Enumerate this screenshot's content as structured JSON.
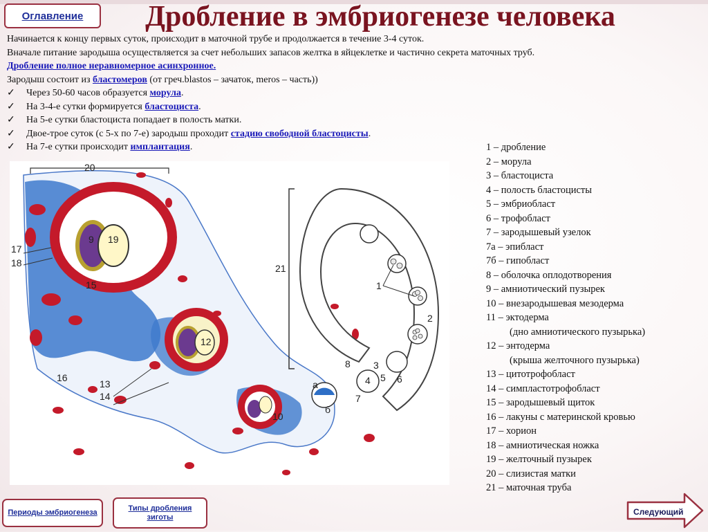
{
  "nav": {
    "toc_label": "Оглавление",
    "periods_label": "Периоды эмбриогенеза",
    "types_label": "Типы дробления зиготы",
    "next_label": "Следующий"
  },
  "title": "Дробление в эмбриогенезе человека",
  "text": {
    "line1": "Начинается к концу первых суток, происходит в маточной трубе и продолжается в течение 3-4 суток.",
    "line2": "Вначале питание зародыша осуществляется за счет небольших запасов желтка в яйцеклетке и частично секрета маточных труб.",
    "line3_link": "Дробление полное неравномерное асинхронное",
    "line3_tail": ".",
    "line4_pre": "Зародыш состоит из ",
    "line4_link": "бластомеров",
    "line4_post": " (от греч.blastos – зачаток,  meros – часть))",
    "b1_pre": "Через 50-60 часов образуется ",
    "b1_link": "морула",
    "b1_post": ".",
    "b2_pre": "На 3-4-е сутки формируется ",
    "b2_link": "бластоциста",
    "b2_post": ".",
    "b3": "На 5-е сутки бластоциста попадает в полость матки.",
    "b4_pre": "Двое-трое суток (с 5-х по 7-е) зародыш проходит ",
    "b4_link": "стадию свободной бластоцисты",
    "b4_post": ".",
    "b5_pre": "На 7-е сутки происходит ",
    "b5_link": "имплантация",
    "b5_post": ".",
    "check_mark": "✓"
  },
  "legend": [
    "1 – дробление",
    "2 – морула",
    "3 – бластоциста",
    "4 – полость бластоцисты",
    "5 – эмбриобласт",
    "6 – трофобласт",
    "7 – зародышевый узелок",
    "7а – эпибласт",
    "7б – гипобласт",
    "8 – оболочка оплодотворения",
    "9 – амниотический пузырек",
    "10 – внезародышевая мезодерма",
    "11 – эктодерма",
    "(дно амниотического пузырька)",
    "12 – энтодерма",
    "(крыша желточного пузырька)",
    "13 – цитотрофобласт",
    "14 – симпластотрофобласт",
    "15 – зародышевый щиток",
    "16 – лакуны с материнской кровью",
    "17 – хорион",
    "18 – амниотическая ножка",
    "19 – желточный пузырек",
    "20 – слизистая матки",
    "21 – маточная труба"
  ],
  "diagram_labels": {
    "l20": "20",
    "l17": "17",
    "l18": "18",
    "l9": "9",
    "l19": "19",
    "l15": "15",
    "l12": "12",
    "l16": "16",
    "l13": "13",
    "l14": "14",
    "l21": "21",
    "l1": "1",
    "l2": "2",
    "l3": "3",
    "l4": "4",
    "l5": "5",
    "l6": "6",
    "l7": "7",
    "l8": "8",
    "l10": "10",
    "la": "а",
    "lb": "б"
  },
  "colors": {
    "title": "#7a1420",
    "link": "#1a1ab8",
    "button_border": "#9a3040",
    "blood_red": "#c41a2a",
    "tissue_blue": "#2e6fc6",
    "arrow_blue": "#1f3fa6"
  },
  "icons": {
    "check": "checkmark-icon",
    "next_arrow": "arrow-right-icon"
  }
}
